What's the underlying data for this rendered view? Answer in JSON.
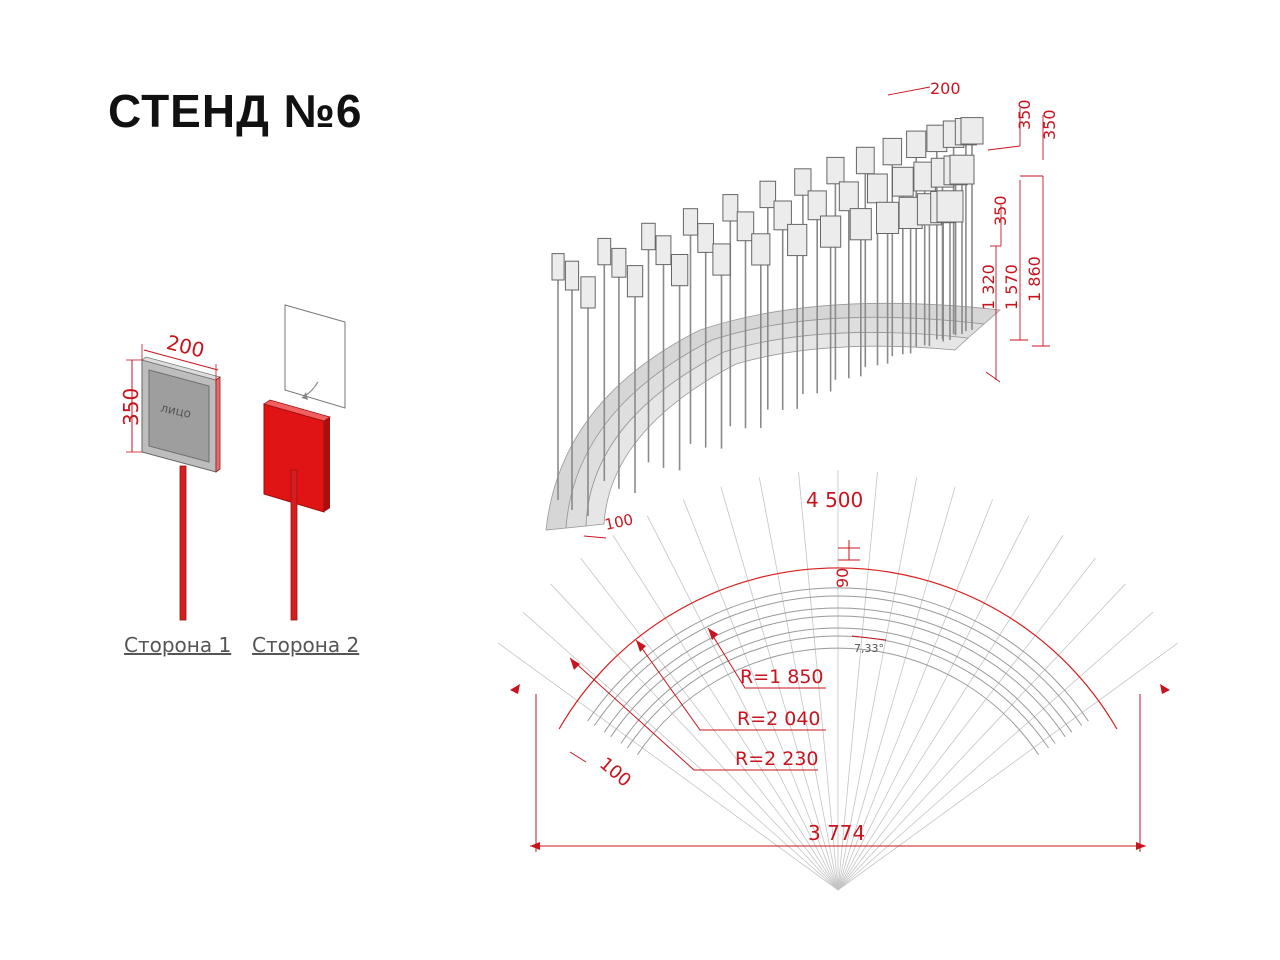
{
  "title": "СТЕНД №6",
  "colors": {
    "accent": "#d61e1e",
    "line": "#9a9a9a",
    "panel": "#e9e9e9"
  },
  "sign": {
    "width_label": "200",
    "height_label": "350",
    "face_label": "лицо",
    "side1_label": "Сторона 1",
    "side2_label": "Сторона 2"
  },
  "elevation": {
    "panel_width_label": "200",
    "panel_height_label": "350",
    "gap_label": "350",
    "row_gap_label": "350",
    "h1_label": "1 320",
    "h2_label": "1 570",
    "h3_label": "1 860",
    "base_label": "100"
  },
  "plan": {
    "arc_length_label": "4 500",
    "ring_gap_label": "90",
    "angle_label": "7,33°",
    "r1_label": "R=1 850",
    "r2_label": "R=2 040",
    "r3_label": "R=2 230",
    "base_width_label": "100",
    "chord_label": "3 774"
  }
}
